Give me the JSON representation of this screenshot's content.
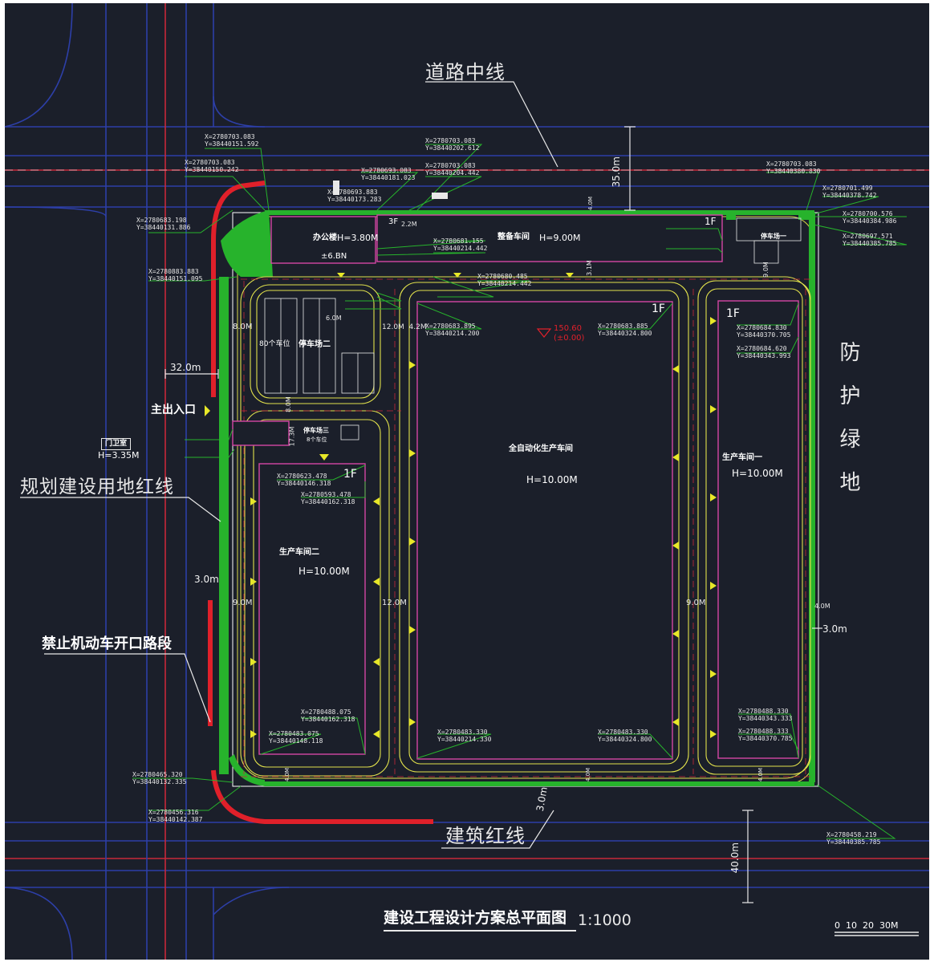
{
  "title": {
    "main": "建设工程设计方案总平面图",
    "scale": "1:1000"
  },
  "scale_bar": "0  10  20  30M",
  "callouts": {
    "road_center": "道路中线",
    "planning_red_line": "规划建设用地红线",
    "building_red_line": "建筑红线",
    "no_opening": "禁止机动车开口路段",
    "green_belt": "防护绿地",
    "main_entrance": "主出入口"
  },
  "dimensions": {
    "north_setback": "35.0m",
    "west_width": "32.0m",
    "south_setback": "40.0m",
    "west_offset": "3.0m",
    "south_offset": "3.0m",
    "east_offset": "3.0m",
    "east_road": "4.0M",
    "road_12_west": "12.0M",
    "road_12_mid": "12.0M",
    "road_9_west": "9.0M",
    "road_9_east": "9.0M",
    "road_8_west": "8.0M",
    "road_9_ne": "9.0M",
    "road_12_top": "12.0M  4.2M",
    "road_6": "6.0M",
    "road_17": "17.3M",
    "road_8v": "8.0M",
    "road_4_top": "4.0M",
    "road_4_south1": "4.0M",
    "road_4_south2": "4.0M",
    "road_4_south3": "4.0M",
    "road_2": "2.2M",
    "road_31": "3.1M"
  },
  "buildings": {
    "office": {
      "name": "办公楼",
      "height": "H=3.80M",
      "floors": "3F"
    },
    "warehouse": {
      "name": "整备车间",
      "height": "H=9.00M",
      "floors": "1F"
    },
    "main_plant": {
      "name": "全自动化生产车间",
      "height": "H=10.00M",
      "floors": "1F"
    },
    "plant1": {
      "name": "生产车间一",
      "height": "H=10.00M",
      "floors": "1F"
    },
    "plant2": {
      "name": "生产车间二",
      "height": "H=10.00M",
      "floors": "1F"
    },
    "guard": {
      "name": "门卫室",
      "height": "H=3.35M"
    },
    "parking1": {
      "name": "停车场二",
      "count": "80个车位"
    },
    "parking2": {
      "name": "停车场三",
      "count": "8个车位"
    },
    "parking3": {
      "name": "停车场一"
    },
    "elev_a": "±6.BN",
    "elev_b": "150.60",
    "elev_c": "(±0.00)"
  },
  "coordinates": [
    {
      "id": "c_nw1",
      "text": "X=2780703.083\nY=38440150.242"
    },
    {
      "id": "c_nw2",
      "text": "X=2780703.083\nY=38440151.592"
    },
    {
      "id": "c_nw3",
      "text": "X=2780683.198\nY=38440131.886"
    },
    {
      "id": "c_n1",
      "text": "X=2780703.083\nY=38440202.612"
    },
    {
      "id": "c_n2",
      "text": "X=2780703.083\nY=38440204.442"
    },
    {
      "id": "c_n3",
      "text": "X=2780693.083\nY=38440181.023"
    },
    {
      "id": "c_n4",
      "text": "X=2780693.883\nY=38440173.283"
    },
    {
      "id": "c_ne1",
      "text": "X=2780703.083\nY=38440380.830"
    },
    {
      "id": "c_ne2",
      "text": "X=2780701.499\nY=38440378.742"
    },
    {
      "id": "c_ne3",
      "text": "X=2780700.576\nY=38440384.986"
    },
    {
      "id": "c_ne4",
      "text": "X=2780697.571\nY=38440385.785"
    },
    {
      "id": "c_w1",
      "text": "X=2780883.883\nY=38440151.095"
    },
    {
      "id": "c_m1",
      "text": "X=2780681.155\nY=38440214.442"
    },
    {
      "id": "c_m2",
      "text": "X=2780680.485\nY=38440214.442"
    },
    {
      "id": "c_m3",
      "text": "X=2780683.895\nY=38440214.200"
    },
    {
      "id": "c_m4",
      "text": "X=2780683.885\nY=38440324.800"
    },
    {
      "id": "c_e1",
      "text": "X=2780684.830\nY=38440370.705"
    },
    {
      "id": "c_e2",
      "text": "X=2780684.620\nY=38440343.993"
    },
    {
      "id": "c_p2a",
      "text": "X=2780623.478\nY=38440146.318"
    },
    {
      "id": "c_p2b",
      "text": "X=2780593.478\nY=38440162.318"
    },
    {
      "id": "c_s1",
      "text": "X=2780488.075\nY=38440162.318"
    },
    {
      "id": "c_s2",
      "text": "X=2780483.075\nY=38440148.118"
    },
    {
      "id": "c_s3",
      "text": "X=2780483.330\nY=38440214.330"
    },
    {
      "id": "c_s4",
      "text": "X=2780483.330\nY=38440324.800"
    },
    {
      "id": "c_s5",
      "text": "X=2780488.330\nY=38440343.333"
    },
    {
      "id": "c_s6",
      "text": "X=2780488.333\nY=38440370.785"
    },
    {
      "id": "c_sw1",
      "text": "X=2780465.320\nY=38440132.335"
    },
    {
      "id": "c_sw2",
      "text": "X=2780456.316\nY=38440142.387"
    },
    {
      "id": "c_se1",
      "text": "X=2780458.219\nY=38440385.785"
    }
  ]
}
